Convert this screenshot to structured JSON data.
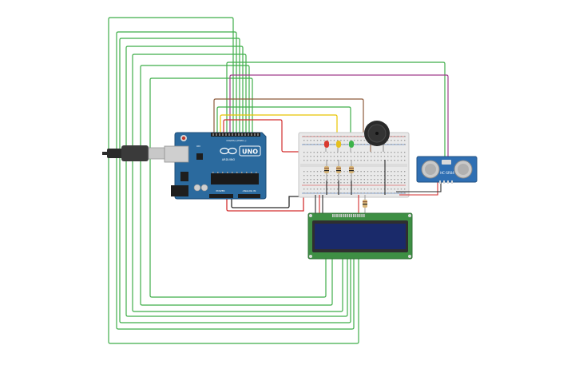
{
  "arduino": {
    "brand_label": "UNO",
    "maker_label": "ARDUINO",
    "digital_label": "DIGITAL (PWM~)",
    "power_label": "POWER",
    "analog_label": "ANALOG IN",
    "on_label": "ON"
  },
  "sensor": {
    "model_label": "HC-SR04"
  },
  "colors": {
    "wire_green": "#3fae49",
    "wire_red": "#d32f2f",
    "wire_black": "#2b2b2b",
    "wire_brown": "#8d5a3b",
    "wire_yellow": "#e8c400",
    "wire_purple": "#a03c8c",
    "board_blue": "#2b6a9e",
    "breadboard": "#e9e9e9",
    "lcd_pcb": "#3e8f44",
    "lcd_screen": "#1a2a6a",
    "sensor_blue": "#2f6fb3",
    "led_red": "#d93a2f",
    "led_yellow": "#e6c01c",
    "led_green": "#3cb34a"
  },
  "icons": [
    "usb-cable-icon",
    "reset-button-icon",
    "power-jack-icon",
    "buzzer-icon",
    "led-icon",
    "resistor-icon",
    "ultrasonic-transducer-icon"
  ]
}
